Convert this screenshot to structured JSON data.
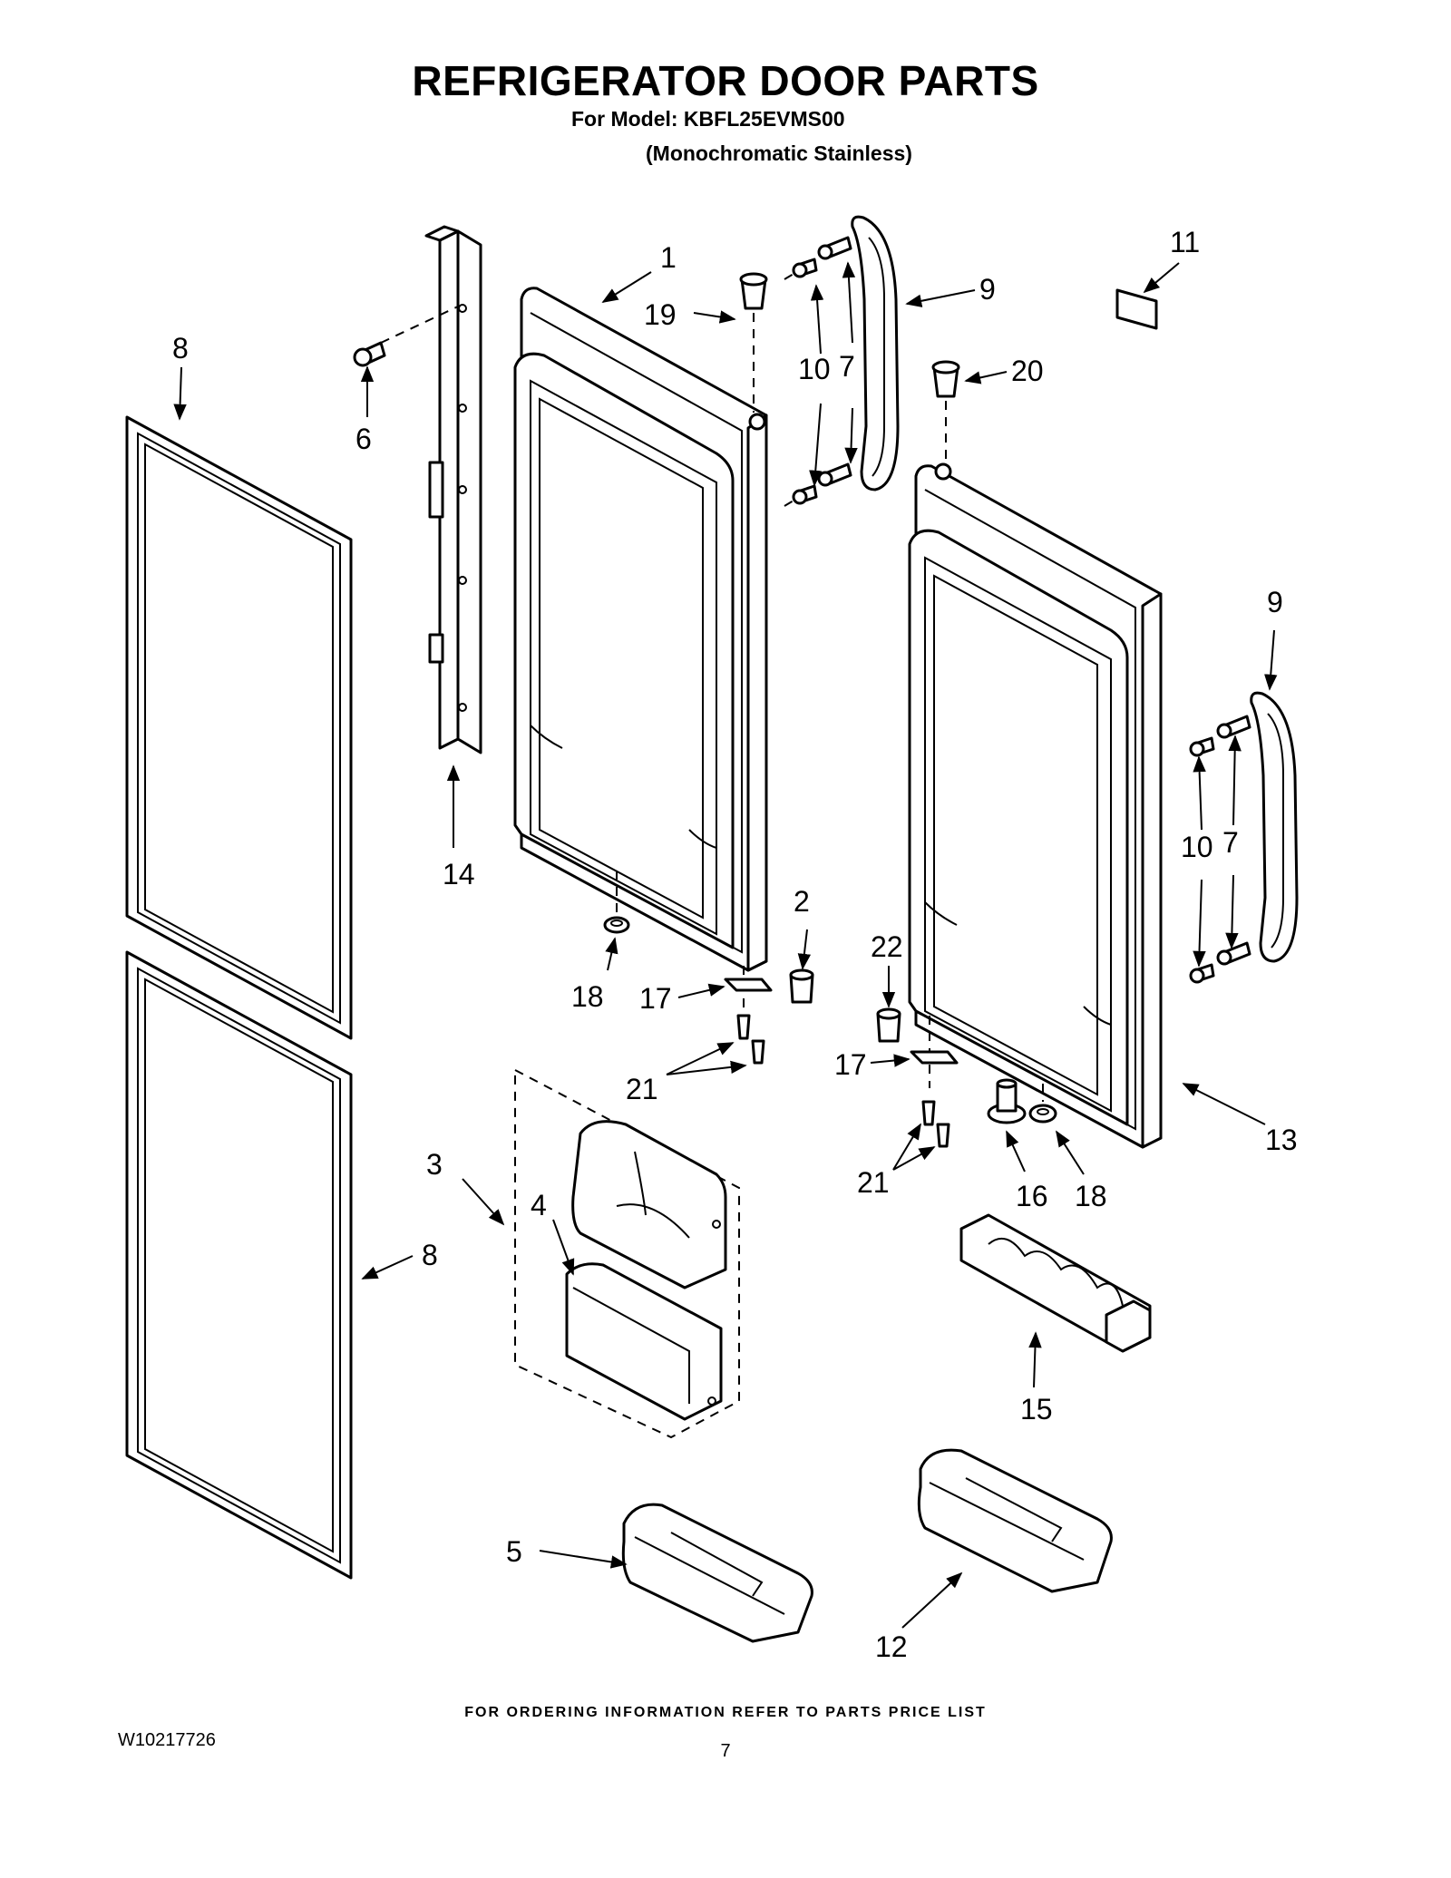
{
  "header": {
    "title": "REFRIGERATOR DOOR PARTS",
    "model_line": "For Model: KBFL25EVMS00",
    "finish_line": "(Monochromatic Stainless)"
  },
  "footer": {
    "ordering_note": "FOR ORDERING INFORMATION REFER TO PARTS PRICE LIST",
    "document_number": "W10217726",
    "page_number": "7"
  },
  "callouts": [
    {
      "id": "c1",
      "text": "1"
    },
    {
      "id": "c2",
      "text": "2"
    },
    {
      "id": "c3",
      "text": "3"
    },
    {
      "id": "c4",
      "text": "4"
    },
    {
      "id": "c5",
      "text": "5"
    },
    {
      "id": "c6",
      "text": "6"
    },
    {
      "id": "c7a",
      "text": "7"
    },
    {
      "id": "c7b",
      "text": "7"
    },
    {
      "id": "c8a",
      "text": "8"
    },
    {
      "id": "c8b",
      "text": "8"
    },
    {
      "id": "c9a",
      "text": "9"
    },
    {
      "id": "c9b",
      "text": "9"
    },
    {
      "id": "c10a",
      "text": "10"
    },
    {
      "id": "c10b",
      "text": "10"
    },
    {
      "id": "c11",
      "text": "11"
    },
    {
      "id": "c12",
      "text": "12"
    },
    {
      "id": "c13",
      "text": "13"
    },
    {
      "id": "c14",
      "text": "14"
    },
    {
      "id": "c15",
      "text": "15"
    },
    {
      "id": "c16",
      "text": "16"
    },
    {
      "id": "c17a",
      "text": "17"
    },
    {
      "id": "c17b",
      "text": "17"
    },
    {
      "id": "c18a",
      "text": "18"
    },
    {
      "id": "c18b",
      "text": "18"
    },
    {
      "id": "c19",
      "text": "19"
    },
    {
      "id": "c20",
      "text": "20"
    },
    {
      "id": "c21a",
      "text": "21"
    },
    {
      "id": "c21b",
      "text": "21"
    },
    {
      "id": "c22",
      "text": "22"
    }
  ]
}
